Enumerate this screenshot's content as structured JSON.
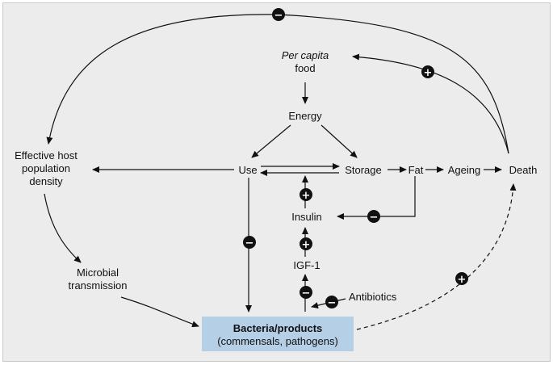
{
  "nodes": {
    "per_capita": "Per capita",
    "food": "food",
    "energy": "Energy",
    "use": "Use",
    "storage": "Storage",
    "fat": "Fat",
    "ageing": "Ageing",
    "death": "Death",
    "effective_host": [
      "Effective host",
      "population",
      "density"
    ],
    "microbial": [
      "Microbial",
      "transmission"
    ],
    "insulin": "Insulin",
    "igf1": "IGF-1",
    "antibiotics": "Antibiotics",
    "bacteria_title": "Bacteria/products",
    "bacteria_sub": "(commensals, pathogens)"
  },
  "signs": {
    "top_loop": "−",
    "death_to_food": "+",
    "insulin_to_storage": "+",
    "fat_to_insulin": "−",
    "use_to_bacteria": "−",
    "igf_to_insulin": "+",
    "bacteria_to_igf": "−",
    "antibiotics": "−",
    "bacteria_to_death": "+"
  },
  "colors": {
    "background": "#ececec",
    "bacteria_box": "#b4cfe6",
    "badge": "#111111"
  }
}
